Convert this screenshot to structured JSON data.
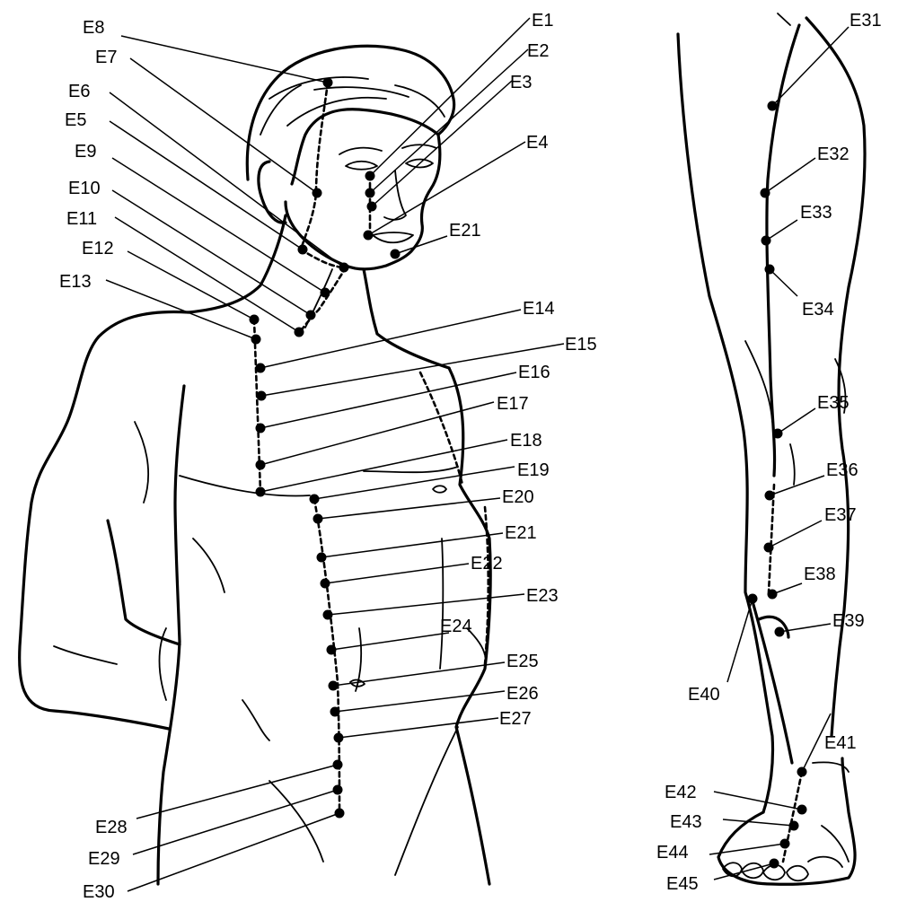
{
  "points": [
    {
      "id": "e1",
      "label": "E1"
    },
    {
      "id": "e2",
      "label": "E2"
    },
    {
      "id": "e3",
      "label": "E3"
    },
    {
      "id": "e4",
      "label": "E4"
    },
    {
      "id": "e5",
      "label": "E5"
    },
    {
      "id": "e6",
      "label": "E6"
    },
    {
      "id": "e7",
      "label": "E7"
    },
    {
      "id": "e8",
      "label": "E8"
    },
    {
      "id": "e9",
      "label": "E9"
    },
    {
      "id": "e10",
      "label": "E10"
    },
    {
      "id": "e11",
      "label": "E11"
    },
    {
      "id": "e12",
      "label": "E12"
    },
    {
      "id": "e13",
      "label": "E13"
    },
    {
      "id": "e14",
      "label": "E14"
    },
    {
      "id": "e15",
      "label": "E15"
    },
    {
      "id": "e16",
      "label": "E16"
    },
    {
      "id": "e17",
      "label": "E17"
    },
    {
      "id": "e18",
      "label": "E18"
    },
    {
      "id": "e19",
      "label": "E19"
    },
    {
      "id": "e20",
      "label": "E20"
    },
    {
      "id": "e21a",
      "label": "E21"
    },
    {
      "id": "e21b",
      "label": "E21"
    },
    {
      "id": "e22",
      "label": "E22"
    },
    {
      "id": "e23",
      "label": "E23"
    },
    {
      "id": "e24",
      "label": "E24"
    },
    {
      "id": "e25",
      "label": "E25"
    },
    {
      "id": "e26",
      "label": "E26"
    },
    {
      "id": "e27",
      "label": "E27"
    },
    {
      "id": "e28",
      "label": "E28"
    },
    {
      "id": "e29",
      "label": "E29"
    },
    {
      "id": "e30",
      "label": "E30"
    },
    {
      "id": "e31",
      "label": "E31"
    },
    {
      "id": "e32",
      "label": "E32"
    },
    {
      "id": "e33",
      "label": "E33"
    },
    {
      "id": "e34",
      "label": "E34"
    },
    {
      "id": "e35",
      "label": "E35"
    },
    {
      "id": "e36",
      "label": "E36"
    },
    {
      "id": "e37",
      "label": "E37"
    },
    {
      "id": "e38",
      "label": "E38"
    },
    {
      "id": "e39",
      "label": "E39"
    },
    {
      "id": "e40",
      "label": "E40"
    },
    {
      "id": "e41",
      "label": "E41"
    },
    {
      "id": "e42",
      "label": "E42"
    },
    {
      "id": "e43",
      "label": "E43"
    },
    {
      "id": "e44",
      "label": "E44"
    },
    {
      "id": "e45",
      "label": "E45"
    }
  ]
}
